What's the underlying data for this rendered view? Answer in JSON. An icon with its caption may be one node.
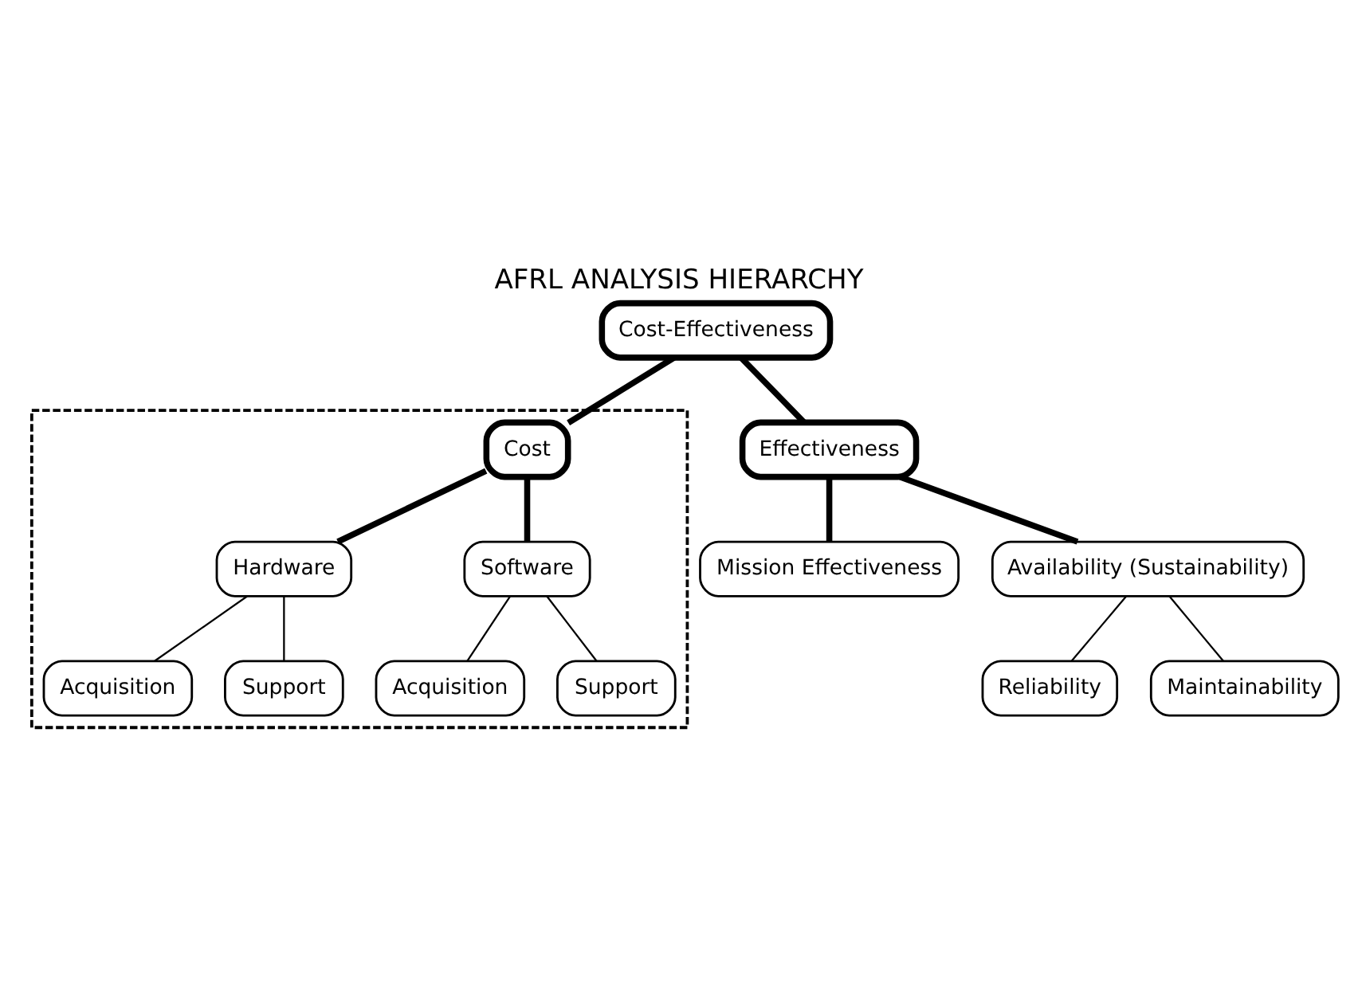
{
  "diagram": {
    "title": "AFRL ANALYSIS HIERARCHY",
    "nodes": [
      {
        "text": [
          "Cost-Effectiveness"
        ]
      },
      {
        "text": [
          "Effectiveness"
        ]
      },
      {
        "text": [],
        "shape": "box"
      },
      {
        "text": [
          "Cost"
        ],
        "in": 2
      },
      {
        "text": [
          "Mission Effectiveness"
        ]
      },
      {
        "text": [
          "Availability (Sustainability)"
        ]
      },
      {
        "text": [
          "Hardware"
        ],
        "in": 2
      },
      {
        "text": [
          "Software"
        ],
        "in": 2
      },
      {
        "text": [
          "Acquisition"
        ],
        "in": 2
      },
      {
        "text": [
          "Acquisition"
        ],
        "in": 2
      },
      {
        "text": [
          "Support"
        ],
        "in": 2
      },
      {
        "text": [
          "Support"
        ],
        "in": 2
      },
      {
        "text": [
          "Reliability"
        ]
      },
      {
        "text": [
          "Maintainability"
        ]
      }
    ],
    "edges": [
      {
        "from": 0,
        "to": 1,
        "arrow": "none",
        "style": "thick"
      },
      {
        "from": 0,
        "to": 3,
        "arrow": "none",
        "style": "thick"
      },
      {
        "from": 1,
        "to": 4,
        "arrow": "none",
        "style": "thick"
      },
      {
        "from": 1,
        "to": 5,
        "arrow": "none",
        "style": "thick"
      },
      {
        "from": 3,
        "to": 6,
        "arrow": "none",
        "style": "thick"
      },
      {
        "from": 3,
        "to": 7,
        "arrow": "none",
        "style": "thick"
      },
      {
        "from": 5,
        "to": 12,
        "arrow": "none"
      },
      {
        "from": 5,
        "to": 13,
        "arrow": "none"
      },
      {
        "from": 6,
        "to": 8,
        "arrow": "none"
      },
      {
        "from": 6,
        "to": 10,
        "arrow": "none"
      },
      {
        "from": 7,
        "to": 9,
        "arrow": "none"
      },
      {
        "from": 7,
        "to": 11,
        "arrow": "none"
      }
    ]
  }
}
